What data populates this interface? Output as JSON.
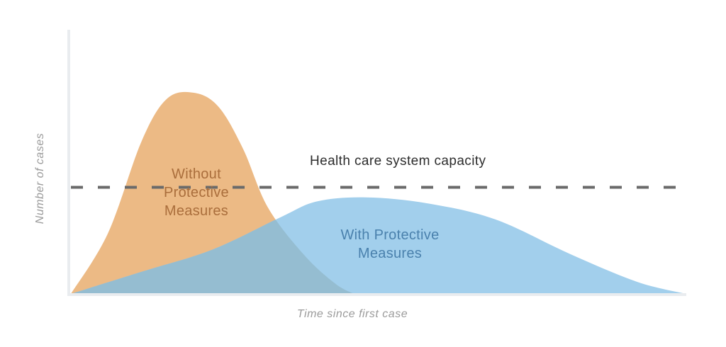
{
  "chart_data": {
    "type": "area",
    "title": "",
    "xlabel": "Time since first case",
    "ylabel": "Number of cases",
    "x_range": [
      0,
      100
    ],
    "y_range": [
      0,
      100
    ],
    "grid": false,
    "legend_position": "inline-labels",
    "background": "#ffffff",
    "axis_color": "#e9ecef",
    "overlap_fill": "#95bdd1",
    "threshold": {
      "label": "Health care system capacity",
      "value": 53,
      "style": "dashed",
      "color": "#6a6a6a",
      "label_color": "#2d2d2d"
    },
    "series": [
      {
        "name": "Without Protective Measures",
        "label": "Without\nProtective\nMeasures",
        "fill": "#ecba85",
        "label_color": "#aa6e3c",
        "points": [
          [
            0,
            0
          ],
          [
            6,
            30
          ],
          [
            11.5,
            76
          ],
          [
            15.6,
            97
          ],
          [
            20,
            100
          ],
          [
            24,
            93
          ],
          [
            28,
            72
          ],
          [
            32,
            43
          ],
          [
            38,
            19
          ],
          [
            43,
            5
          ],
          [
            46,
            0
          ]
        ]
      },
      {
        "name": "With Protective Measures",
        "label": "With Protective\nMeasures",
        "fill": "#a2cfec",
        "label_color": "#4a81ad",
        "points": [
          [
            0,
            0
          ],
          [
            11.5,
            11
          ],
          [
            23,
            22
          ],
          [
            34,
            38
          ],
          [
            40,
            46
          ],
          [
            48,
            48
          ],
          [
            58,
            45
          ],
          [
            69,
            37
          ],
          [
            81,
            20
          ],
          [
            92,
            6
          ],
          [
            100,
            0
          ]
        ]
      }
    ]
  }
}
